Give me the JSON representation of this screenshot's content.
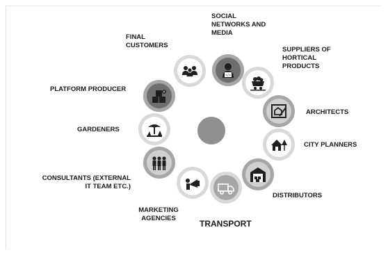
{
  "diagram": {
    "labels": {
      "social": "SOCIAL\nNETWORKS AND\nMEDIA",
      "suppliers": "SUPPLIERS OF\nHORTICAL\nPRODUCTS",
      "architects": "ARCHITECTS",
      "city_planners": "CITY PLANNERS",
      "distributors": "DISTRIBUTORS",
      "transport": "TRANSPORT",
      "marketing": "MARKETING\nAGENCIES",
      "consultants": "CONSULTANTS (EXTERNAL\nIT TEAM ETC.)",
      "gardeners": "GARDENERS",
      "platform": "PLATFORM PRODUCER",
      "final_customers": "FINAL\nCUSTOMERS"
    },
    "colors": {
      "center": "#8f8f8f",
      "ring_light": "#d9d9d9",
      "ring_mid": "#a6a6a6",
      "ring_dark": "#6e6e6e",
      "icon_dark": "#1f1f1f",
      "icon_light": "#ffffff"
    }
  }
}
